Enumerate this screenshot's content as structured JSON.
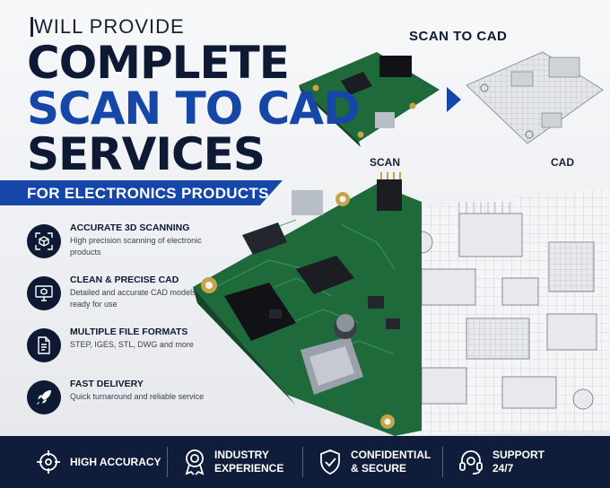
{
  "headline": {
    "kicker": "WILL PROVIDE",
    "line1": "COMPLETE",
    "line2": "SCAN TO CAD",
    "line3": "SERVICES",
    "ribbon": "FOR ELECTRONICS PRODUCTS"
  },
  "comparison": {
    "title": "SCAN TO CAD",
    "left_label": "SCAN",
    "right_label": "CAD"
  },
  "features": [
    {
      "title": "ACCURATE 3D SCANNING",
      "desc": "High precision scanning of electronic products",
      "icon": "3d-scan-icon"
    },
    {
      "title": "CLEAN & PRECISE CAD",
      "desc": "Detailed and accurate CAD models ready for use",
      "icon": "monitor-cube-icon"
    },
    {
      "title": "MULTIPLE FILE FORMATS",
      "desc": "STEP, IGES, STL, DWG and more",
      "icon": "document-icon"
    },
    {
      "title": "FAST DELIVERY",
      "desc": "Quick turnaround and reliable service",
      "icon": "rocket-icon"
    }
  ],
  "bottom_bar": {
    "items": [
      {
        "label": "HIGH ACCURACY",
        "icon": "crosshair-icon"
      },
      {
        "label": "INDUSTRY EXPERIENCE",
        "icon": "award-icon"
      },
      {
        "label": "CONFIDENTIAL & SECURE",
        "icon": "shield-check-icon"
      },
      {
        "label": "SUPPORT 24/7",
        "icon": "headset-icon"
      }
    ]
  },
  "colors": {
    "navy": "#0e1a33",
    "brand_blue": "#1646a8",
    "pcb_green": "#1f6a3a",
    "bar_bg": "#0f1d3a"
  }
}
